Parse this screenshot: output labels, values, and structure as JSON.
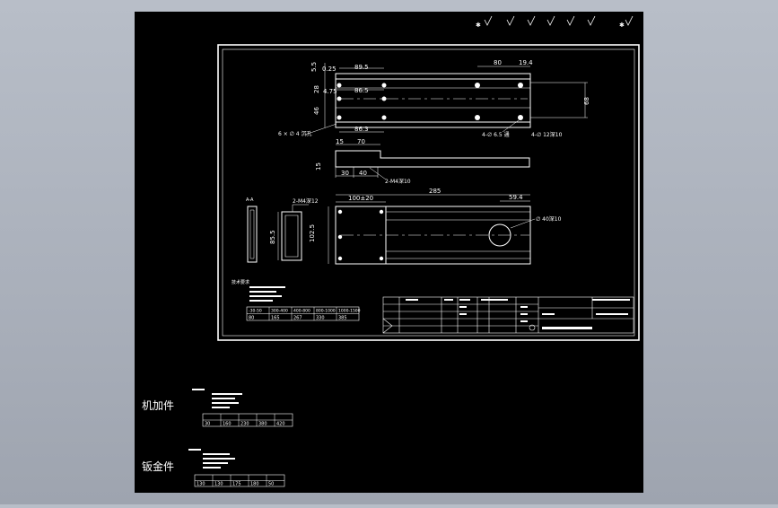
{
  "drawing": {
    "dims": {
      "d_5_5": "5.5",
      "d_0_25": "0.25",
      "d_89_5": "89.5",
      "d_80": "80",
      "d_19_4": "19.4",
      "d_28": "28",
      "d_4_75": "4.75",
      "d_86_5": "86.5",
      "d_68": "68",
      "d_46": "46",
      "d_86_3": "86.3",
      "hole_note_left": "6 × ∅ 4 沉孔",
      "hole_note_a": "4-∅ 6.5 通",
      "hole_note_b": "4-∅ 12深10",
      "d_15": "15",
      "d_70": "70",
      "d_15_side": "15",
      "d_30": "30",
      "d_40": "40",
      "thread_note_side": "2-M4深10",
      "d_285": "285",
      "d_100": "100±20",
      "d_59_4": "59.4",
      "bore_note": "∅ 40深10",
      "thread_note_end": "2-M4深12",
      "d_85_5": "85.5",
      "d_102_5": "102.5"
    },
    "notes_title": "技术要求",
    "table_headers": [
      "-30-50",
      "300-400",
      "400-800",
      "800-1000",
      "1000-1500"
    ],
    "table_values": [
      "80",
      "165",
      "267",
      "330",
      "385"
    ],
    "lower_label_1": "机加件",
    "lower_label_2": "钣金件",
    "lower_table_1": [
      "30",
      "160",
      "230",
      "380",
      "420"
    ],
    "lower_table_2": [
      "130",
      "130",
      "175",
      "180",
      "50"
    ]
  },
  "colors": {
    "frame_bg": "#b3b9c3",
    "paper": "#000000",
    "line": "#ffffff"
  }
}
